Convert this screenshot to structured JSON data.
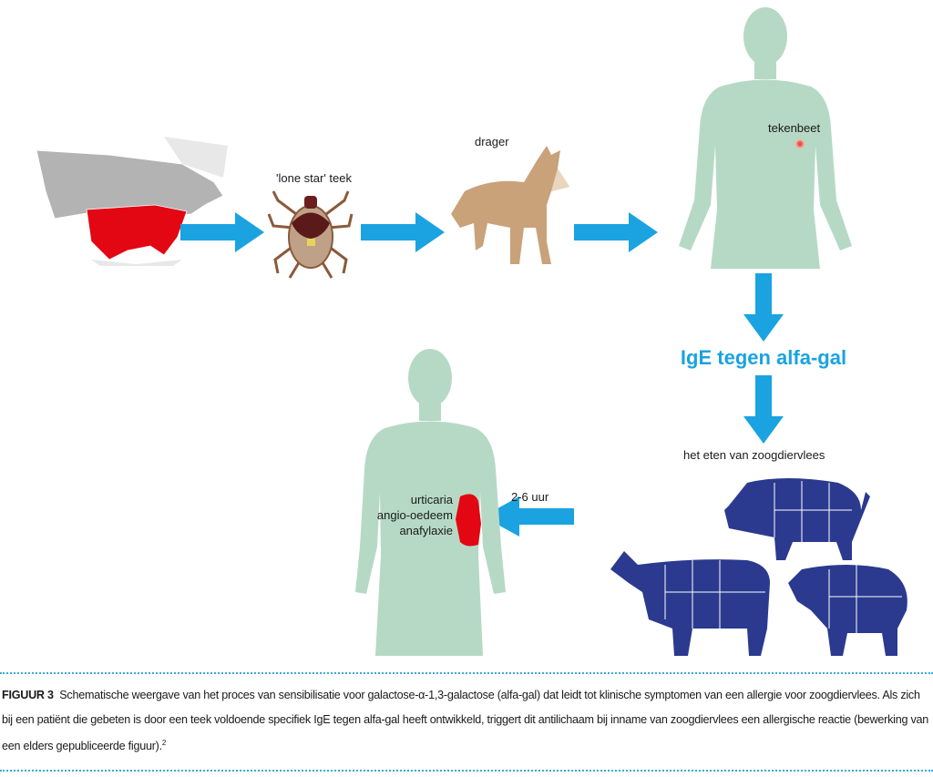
{
  "labels": {
    "tick": "'lone star' teek",
    "carrier": "drager",
    "bite": "tekenbeet",
    "ige": "IgE tegen alfa-gal",
    "eating": "het eten van zoogdiervlees",
    "time": "2-6 uur",
    "symptoms": [
      "urticaria",
      "angio-oedeem",
      "anafylaxie"
    ]
  },
  "caption": {
    "figure_label": "FIGUUR 3",
    "text": "Schematische weergave van het proces van sensibilisatie voor galactose-α-1,3-galactose (alfa-gal) dat leidt tot klinische symptomen van een allergie voor zoogdiervlees. Als zich bij een patiënt die gebeten is door een teek voldoende specifiek IgE tegen alfa-gal heeft ontwikkeld, triggert dit antilichaam bij inname van zoogdiervlees een allergische reactie (bewerking van een elders gepubliceerde figuur).",
    "reference": "2"
  },
  "colors": {
    "arrow": "#1aa3e0",
    "human": "#b6d9c5",
    "meat": "#2b3a8f",
    "region": "#e30613"
  }
}
